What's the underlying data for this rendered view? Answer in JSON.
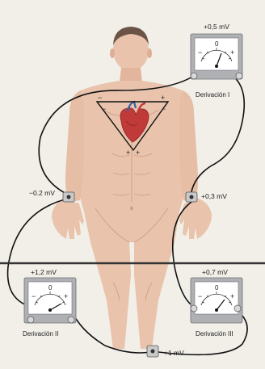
{
  "meters": [
    {
      "id": "lead-1",
      "value": "+0,5 mV",
      "lead": "Derivación I",
      "zero": "0",
      "minus": "−",
      "plus": "+"
    },
    {
      "id": "lead-2",
      "value": "+1,2 mV",
      "lead": "Derivación II",
      "zero": "0",
      "minus": "−",
      "plus": "+"
    },
    {
      "id": "lead-3",
      "value": "+0,7 mV",
      "lead": "Derivación III",
      "zero": "0",
      "minus": "−",
      "plus": "+"
    }
  ],
  "electrodes": {
    "right_arm": "−0.2 mV",
    "left_arm": "+0,3 mV",
    "left_leg": "+1 mV"
  },
  "triangle_signs": {
    "top_left": "−",
    "top_right": "+",
    "left_side": "−",
    "right_side": "−",
    "bottom_left": "+",
    "bottom_right": "+"
  },
  "colors": {
    "background": "#f1efe8",
    "skin": "#e9c3ac",
    "skin_shadow": "#d9a68c",
    "hair": "#6b5346",
    "meter_frame": "#aeb0b3",
    "meter_face": "#ffffff",
    "wire": "#111111",
    "heart": "#c03a3a",
    "divider": "#333333"
  }
}
